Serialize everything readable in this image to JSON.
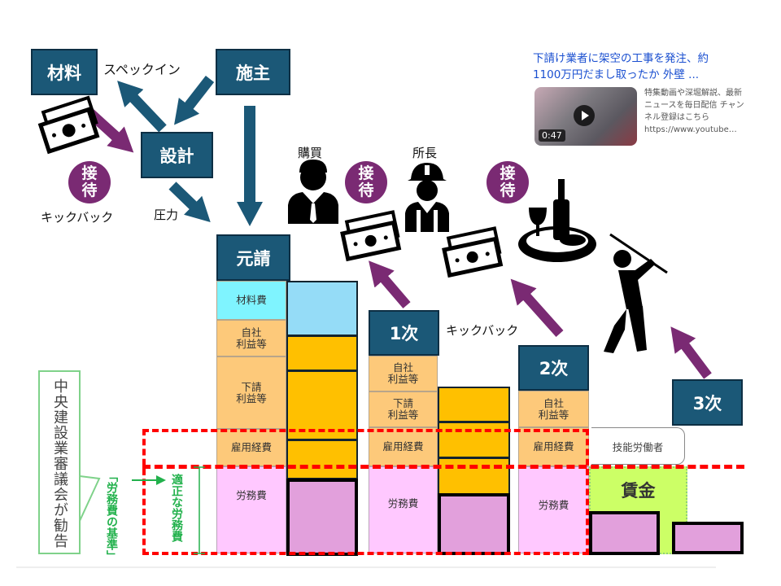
{
  "nodes": {
    "material": "材料",
    "owner": "施主",
    "design": "設計",
    "prime": "元請",
    "tier1": "1次",
    "tier2": "2次",
    "tier3": "3次"
  },
  "labels": {
    "spec_in": "スペックイン",
    "kickback_left": "キックバック",
    "pressure": "圧力",
    "purchasing": "購買",
    "site_manager": "所長",
    "kickback_mid": "キックバック",
    "skilled_workers": "技能労働者",
    "wage": "賃金"
  },
  "entertainment": [
    "接\n待",
    "接\n待",
    "接\n待"
  ],
  "columns": {
    "prime": [
      "材料費",
      "自社\n利益等",
      "下請\n利益等",
      "雇用経費",
      "労務費"
    ],
    "tier1": [
      "自社\n利益等",
      "下請\n利益等",
      "雇用経費",
      "労務費"
    ],
    "tier2": [
      "自社\n利益等",
      "雇用経費",
      "労務費"
    ]
  },
  "callout": {
    "council": "中央建設業審議会が勧告",
    "standard": "「労務費の基準」",
    "proper": "適正な労務費"
  },
  "video": {
    "title": "下請け業者に架空の工事を発注、約1100万円だまし取ったか 外壁 ...",
    "duration": "0:47",
    "description": "特集動画や深堀解説、最新ニュースを毎日配信 チャンネル登録はこちら",
    "url": "https://www.youtube…"
  },
  "icons": [
    "money-icon",
    "businessman-icon",
    "construction-worker-icon",
    "dinner-wine-icon",
    "golfer-icon",
    "play-icon"
  ],
  "colors": {
    "node": "#1b5877",
    "entertainment": "#7a2a73",
    "arrow_teal": "#1b5877",
    "arrow_purple": "#7a2a73",
    "dashed_red": "#ff0000",
    "wage_green": "#ccff66",
    "callout_green": "#22b14c",
    "video_title": "#1a4fd0"
  }
}
